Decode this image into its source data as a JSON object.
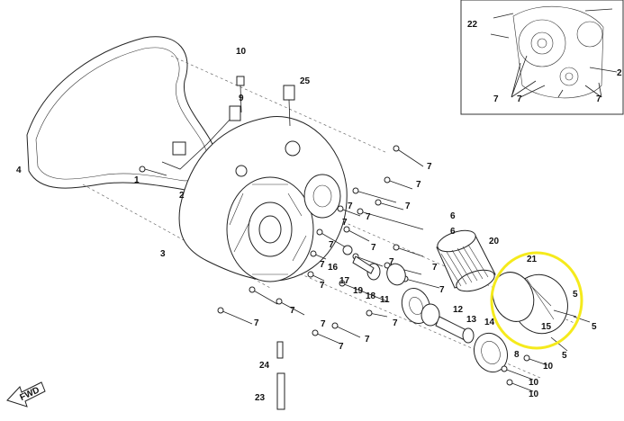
{
  "diagram": {
    "labels": [
      "1",
      "2",
      "3",
      "4",
      "5",
      "6",
      "7",
      "8",
      "9",
      "10",
      "11",
      "12",
      "13",
      "14",
      "15",
      "16",
      "17",
      "18",
      "19",
      "20",
      "21",
      "22",
      "23",
      "24",
      "25"
    ],
    "fwd_label": "FWD",
    "highlight_color": "#f5ea1c",
    "line_color": "#222222"
  }
}
